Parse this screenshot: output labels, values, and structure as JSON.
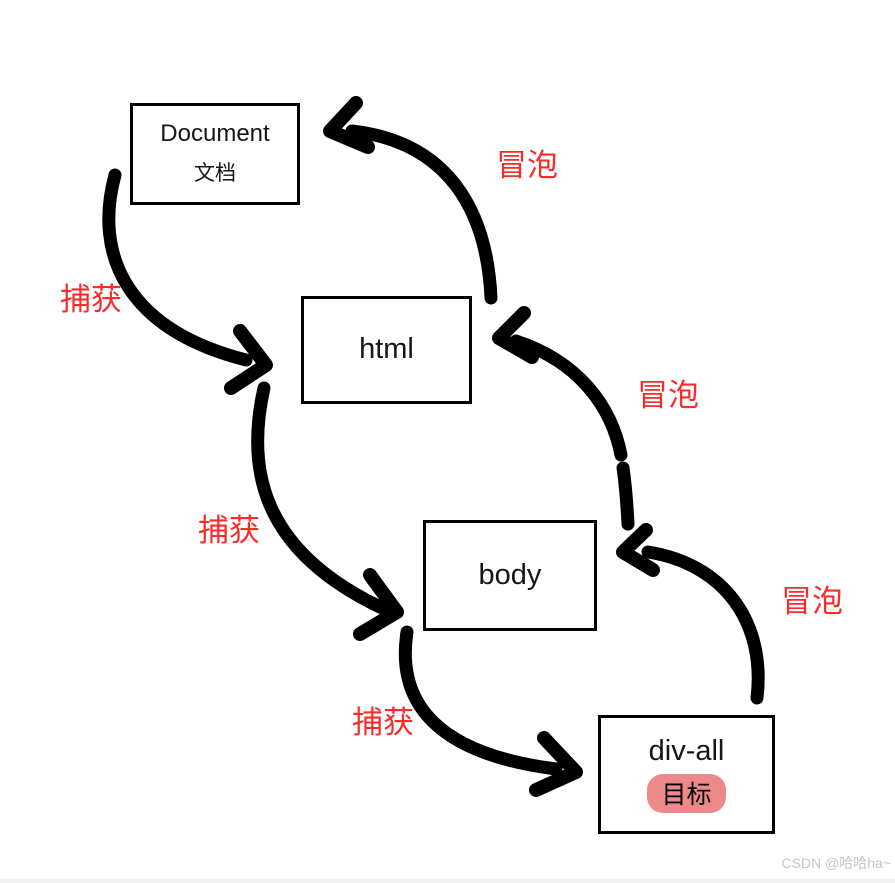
{
  "nodes": {
    "document": {
      "title": "Document",
      "subtitle": "文档"
    },
    "html": {
      "title": "html"
    },
    "body": {
      "title": "body"
    },
    "divall": {
      "title": "div-all",
      "badge": "目标"
    }
  },
  "labels": {
    "capture": "捕获",
    "bubble": "冒泡"
  },
  "colors": {
    "label_red": "#f92c2c",
    "badge_pink": "#ee8989",
    "arrow_black": "#000000",
    "watermark_gray": "#c6c6c6"
  },
  "watermark": "CSDN @哈哈ha~"
}
